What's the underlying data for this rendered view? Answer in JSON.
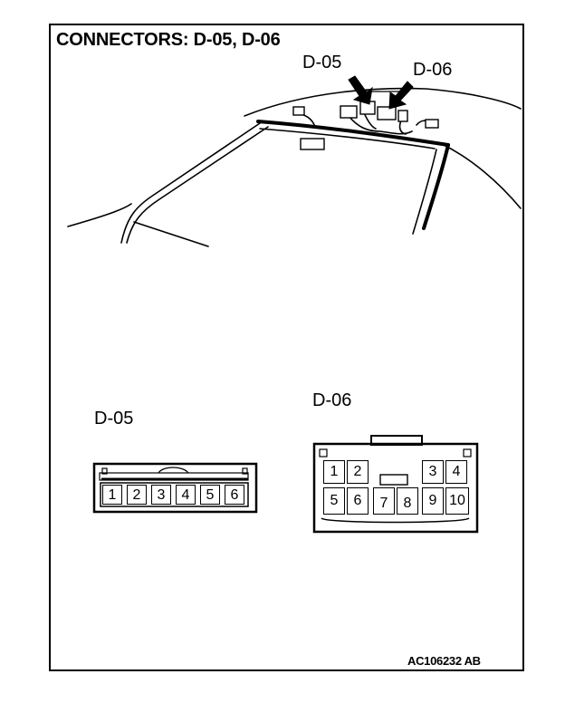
{
  "title": "CONNECTORS: D-05, D-06",
  "callouts": {
    "d05": "D-05",
    "d06": "D-06"
  },
  "connectors": {
    "d05": {
      "label": "D-05",
      "pins": [
        "1",
        "2",
        "3",
        "4",
        "5",
        "6"
      ]
    },
    "d06": {
      "label": "D-06",
      "pins": [
        "1",
        "2",
        "3",
        "4",
        "5",
        "6",
        "7",
        "8",
        "9",
        "10"
      ]
    }
  },
  "figure_code": "AC106232 AB"
}
